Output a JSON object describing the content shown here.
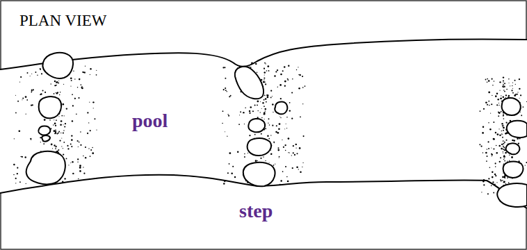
{
  "diagram": {
    "title": "PLAN VIEW",
    "labels": [
      "pool",
      "step"
    ]
  }
}
